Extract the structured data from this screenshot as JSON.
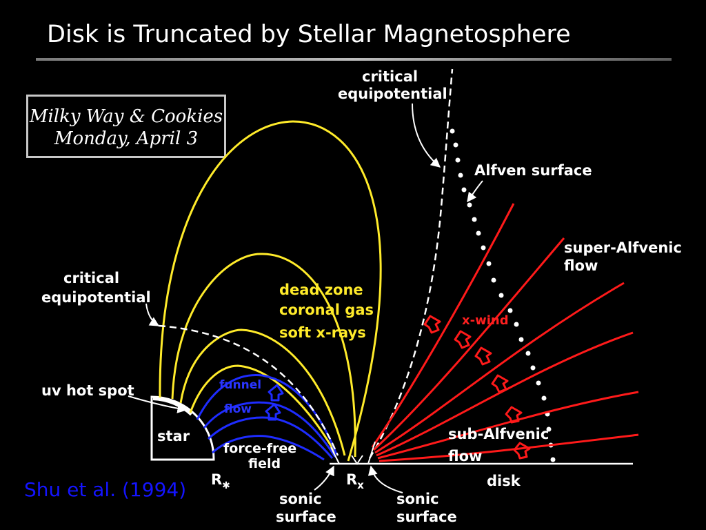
{
  "slide": {
    "title": "Disk is Truncated by Stellar Magnetosphere",
    "event_line1": "Milky Way & Cookies",
    "event_line2": "Monday, April 3",
    "citation": "Shu et al. (1994)"
  },
  "diagram": {
    "critical_equipotential_top_l1": "critical",
    "critical_equipotential_top_l2": "equipotential",
    "critical_equipotential_left_l1": "critical",
    "critical_equipotential_left_l2": "equipotential",
    "alfven_surface": "Alfven surface",
    "super_alfvenic_l1": "super-Alfvenic",
    "super_alfvenic_l2": "flow",
    "dead_zone_l1": "dead zone",
    "dead_zone_l2": "coronal gas",
    "dead_zone_l3": "soft x-rays",
    "x_wind": "x-wind",
    "uv_hot_spot": "uv hot spot",
    "funnel_l1": "funnel",
    "funnel_l2": "flow",
    "star": "star",
    "force_free_l1": "force-free",
    "force_free_l2": "field",
    "sub_alfvenic_l1": "sub-Alfvenic",
    "sub_alfvenic_l2": "flow",
    "disk": "disk",
    "r_star": "R",
    "r_star_sub": "✱",
    "r_x": "R",
    "r_x_sub": "x",
    "sonic_left_l1": "sonic",
    "sonic_left_l2": "surface",
    "sonic_right_l1": "sonic",
    "sonic_right_l2": "surface"
  },
  "colors": {
    "background": "#000000",
    "closed_field_lines": "#ffeb2a",
    "funnel_field_lines": "#1e2cff",
    "wind_field_lines": "#ff1a1a",
    "citation": "#1414ff"
  }
}
